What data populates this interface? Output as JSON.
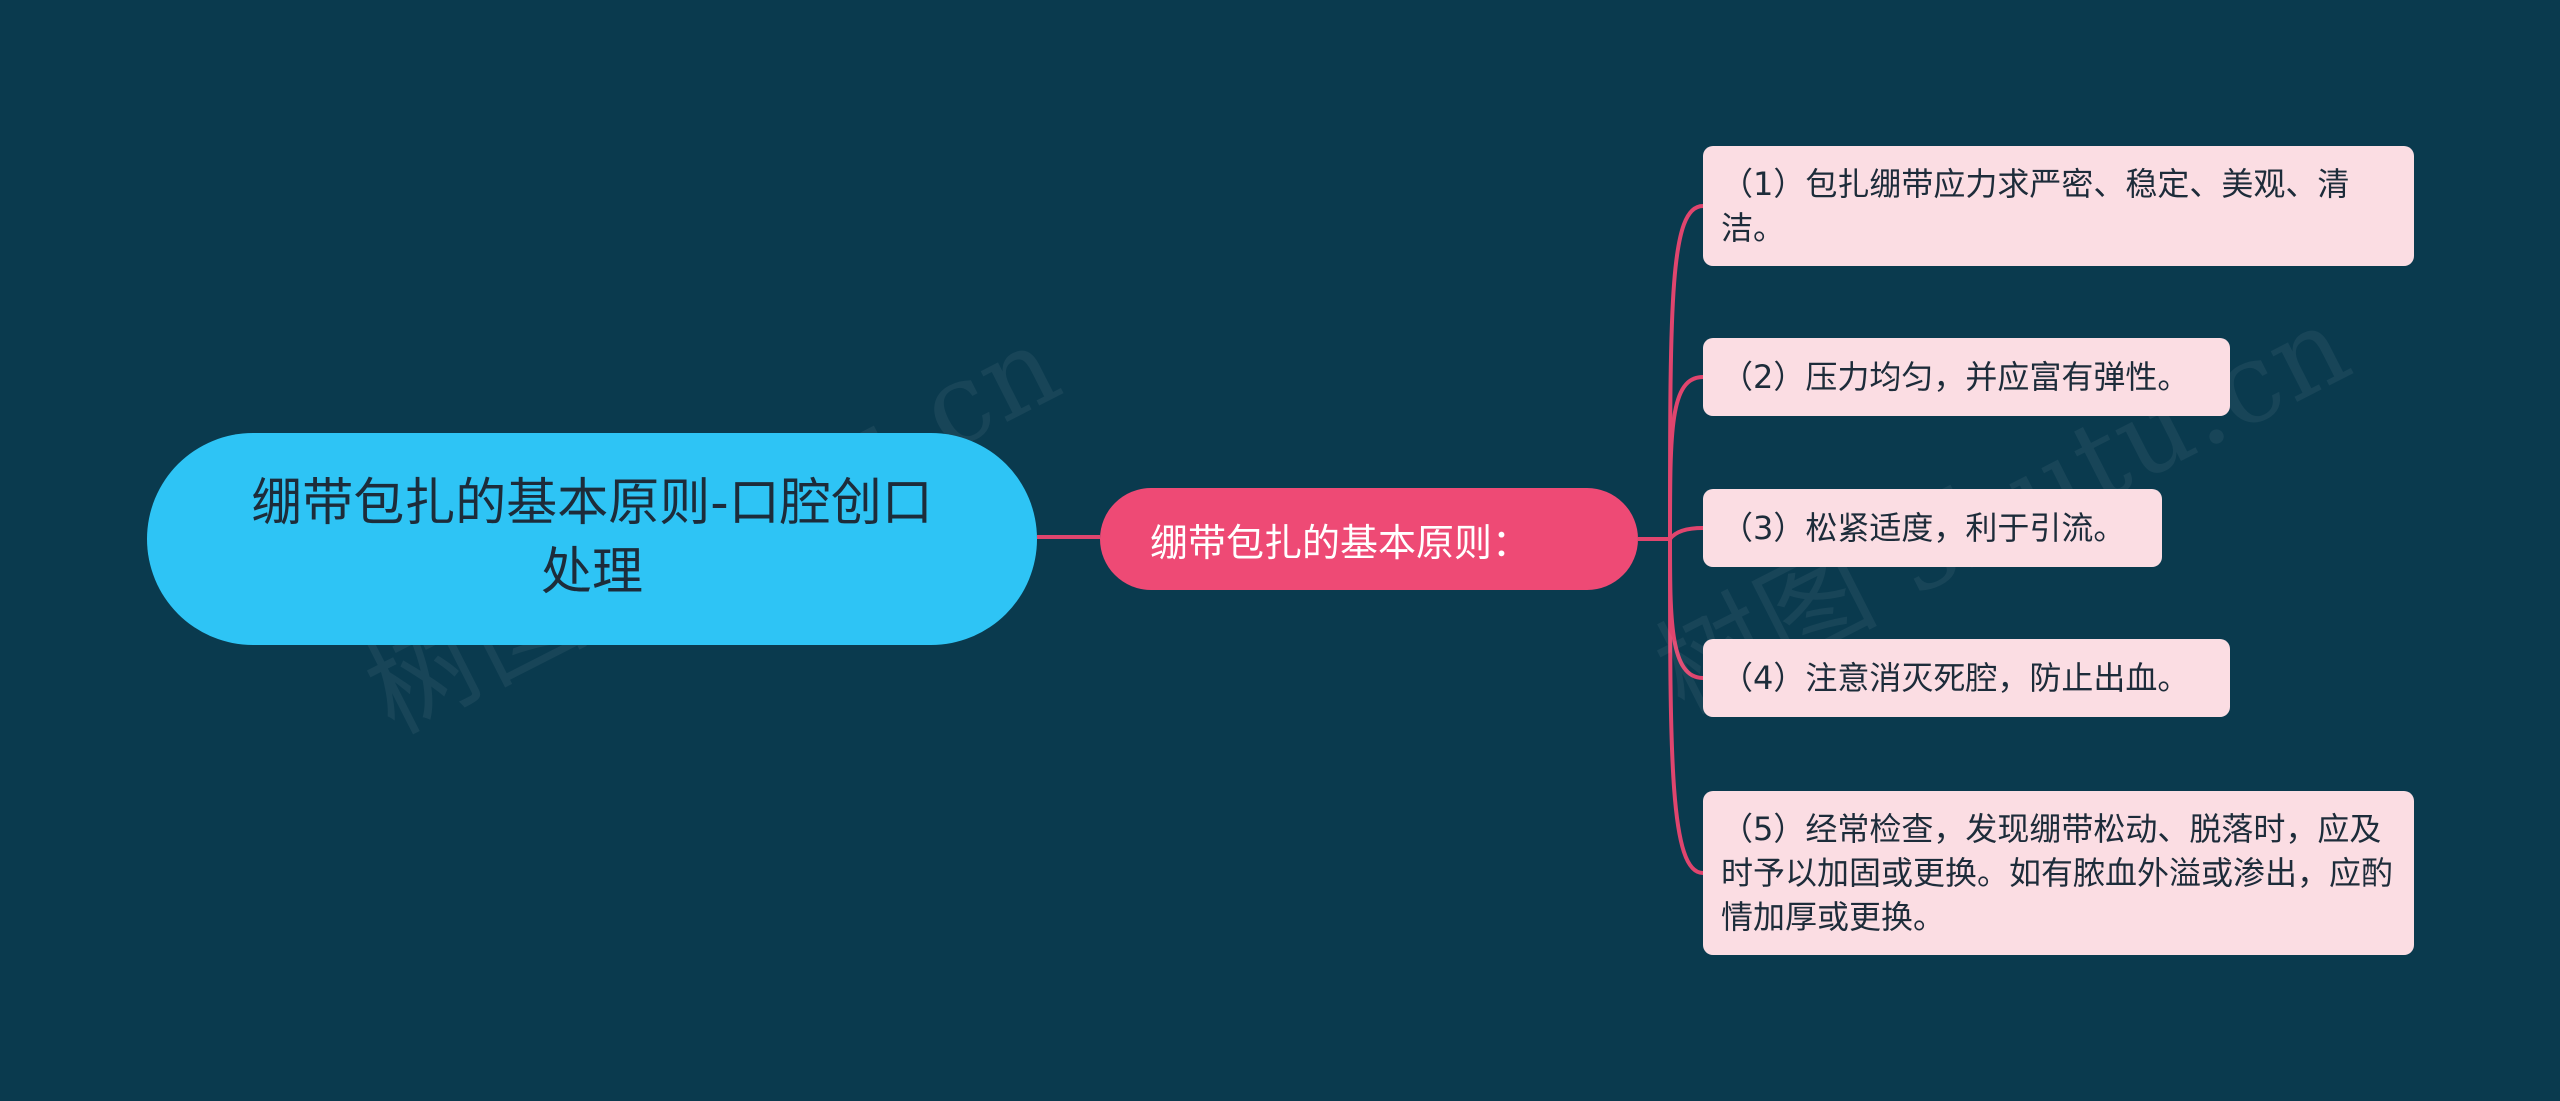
{
  "diagram": {
    "root": {
      "label": "绷带包扎的基本原则-口腔创口处理"
    },
    "branch": {
      "label": "绷带包扎的基本原则："
    },
    "leaves": [
      {
        "label": "（1）包扎绷带应力求严密、稳定、美观、清洁。"
      },
      {
        "label": "（2）压力均匀，并应富有弹性。"
      },
      {
        "label": "（3）松紧适度，利于引流。"
      },
      {
        "label": "（4）注意消灭死腔，防止出血。"
      },
      {
        "label": "（5）经常检查，发现绷带松动、脱落时，应及时予以加固或更换。如有脓血外溢或渗出，应酌情加厚或更换。"
      }
    ]
  },
  "watermark": {
    "text_1": "树图 shutu.cn",
    "text_2": "树图 shutu.cn"
  },
  "colors": {
    "background": "#0a3a4e",
    "root_fill": "#2ec4f5",
    "branch_fill": "#ee4a75",
    "leaf_fill": "#fbdde3",
    "connector": "#e0456e"
  }
}
